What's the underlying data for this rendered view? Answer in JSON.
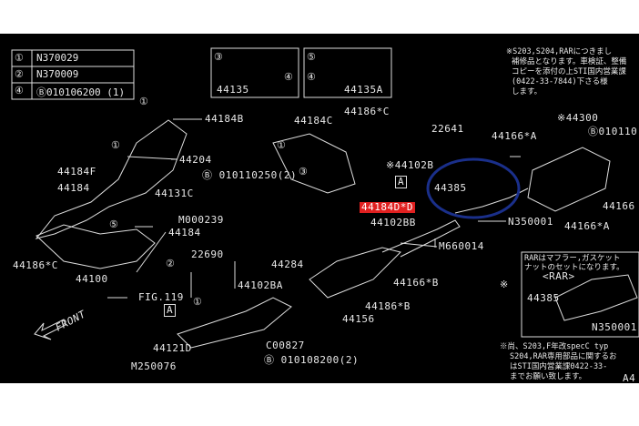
{
  "legend": [
    {
      "key": "①",
      "part": "N370029"
    },
    {
      "key": "②",
      "part": "N370009"
    },
    {
      "key": "④",
      "part": "Ⓑ010106200 (1)"
    }
  ],
  "detail_boxes": [
    {
      "key": "③",
      "ref": "④",
      "part": "44135"
    },
    {
      "key": "⑤",
      "ref": "④",
      "part": "44135A"
    }
  ],
  "note_top": [
    "※S203,S204,RARにつきまし",
    "補修品となります。車検証、整備",
    "コピーを添付の上STI国内営業課",
    "(0422-33-7844)下さる様",
    "します。"
  ],
  "labels": {
    "l44184B": "44184B",
    "l44184C": "44184C",
    "l44186C_top": "44186*C",
    "l22641": "22641",
    "l44300": "※44300",
    "l44166A_top": "44166*A",
    "lB010110": "Ⓑ010110",
    "l44204": "44204",
    "l44184F": "44184F",
    "l44184_a": "44184",
    "l44131C": "44131C",
    "lB010110250": "Ⓑ 010110250(2)",
    "l44102B": "※44102B",
    "l44385": "44385",
    "l44184D": "44184D*D",
    "lM000239": "M000239",
    "l44102BB": "44102BB",
    "lN350001": "N350001",
    "l44166A_bot": "44166*A",
    "l44166": "44166",
    "l44184_b": "44184",
    "l44186C_bot": "44186*C",
    "l44100": "44100",
    "l22690": "22690",
    "l44284": "44284",
    "lM660014": "M660014",
    "lFIG119": "FIG.119",
    "l44102BA": "44102BA",
    "l44166B": "44166*B",
    "l44186B": "44186*B",
    "l44156": "44156",
    "lFRONT": "FRONT",
    "l44121D": "44121D",
    "lC00827": "C00827",
    "lM250076": "M250076",
    "lB010108200": "Ⓑ 010108200(2)",
    "lA1": "A",
    "lA2": "A",
    "c1a": "①",
    "c1b": "①",
    "c1c": "①",
    "c1d": "①",
    "c2": "②",
    "c3": "③",
    "c5": "⑤",
    "cB": "Ⓑ"
  },
  "rar_box": {
    "note": [
      "RARはマフラー,ガスケット",
      "ナットのセットになります。"
    ],
    "title": "<RAR>",
    "part1": "44385",
    "part2": "N350001",
    "marker": "※"
  },
  "note_bottom": [
    "※尚、S203,F年改specC typ",
    "S204,RAR専用部品に関するお",
    "はSTI国内営業課0422-33-",
    "までお願い致します。"
  ],
  "page_ref": "A4",
  "highlight_color": "#e02020",
  "circle_color": "#1a2f8a"
}
